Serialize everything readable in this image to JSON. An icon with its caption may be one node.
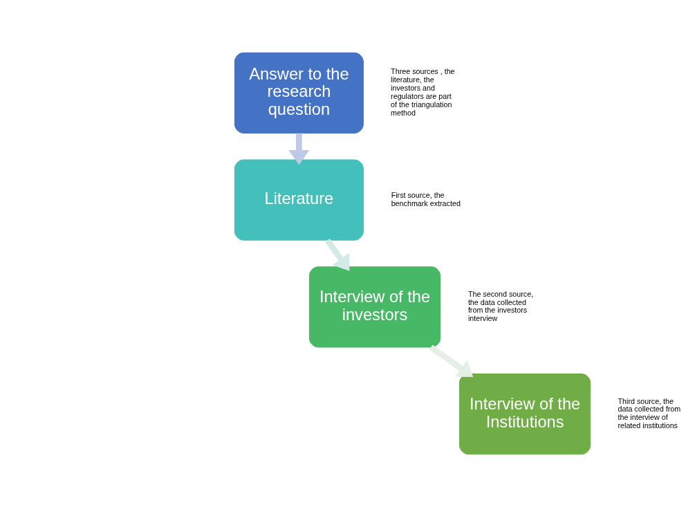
{
  "diagram": {
    "nodes": [
      {
        "text": [
          "Answer to the research question"
        ],
        "beside": [
          "Three sources , the literature, the investors and regulators are part of the triangulation method"
        ]
      },
      {
        "text": [
          "Literature"
        ],
        "beside": [
          "First source, the benchmark extracted"
        ]
      },
      {
        "text": [
          "Interview of the investors"
        ],
        "beside": [
          "The second source, the data collected from the investors interview"
        ]
      },
      {
        "text": [
          "Interview of the Institutions"
        ],
        "beside": [
          "Third source, the data collected from the interview of related institutions"
        ]
      }
    ],
    "edges": [
      {
        "from": 0,
        "to": 1,
        "arrow": "to",
        "color": "#bfc9e6"
      },
      {
        "from": 1,
        "to": 2,
        "arrow": "to",
        "color": "#d3ebe6"
      },
      {
        "from": 2,
        "to": 3,
        "arrow": "to",
        "color": "#e6efe5"
      }
    ]
  }
}
